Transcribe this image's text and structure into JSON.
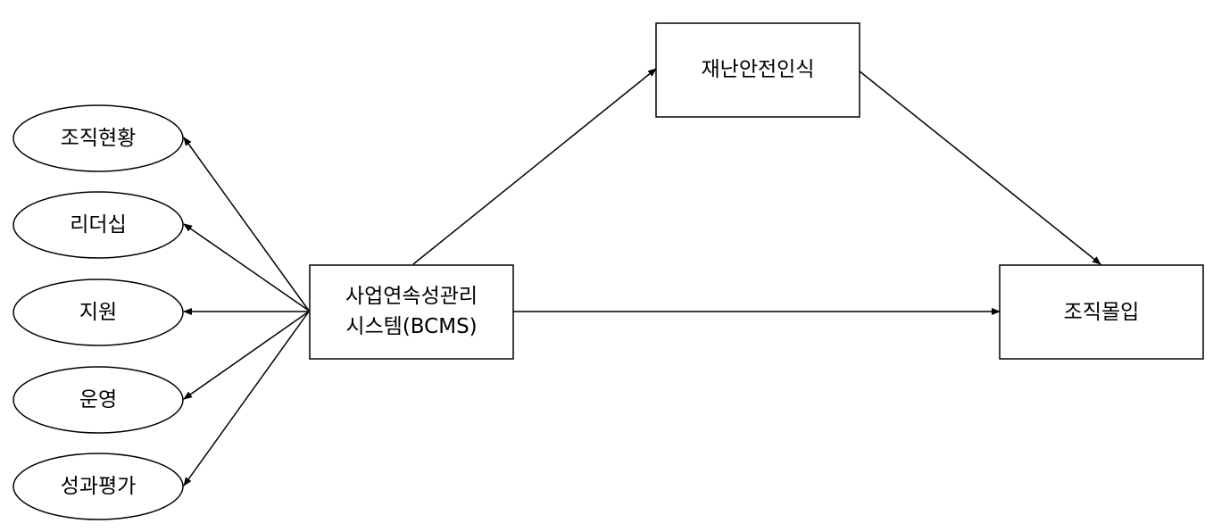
{
  "diagram": {
    "factors": [
      {
        "label": "조직현황"
      },
      {
        "label": "리더십"
      },
      {
        "label": "지원"
      },
      {
        "label": "운영"
      },
      {
        "label": "성과평가"
      }
    ],
    "independent": {
      "line1": "사업연속성관리",
      "line2": "시스템(BCMS)"
    },
    "mediator": {
      "label": "재난안전인식"
    },
    "dependent": {
      "label": "조직몰입"
    }
  }
}
